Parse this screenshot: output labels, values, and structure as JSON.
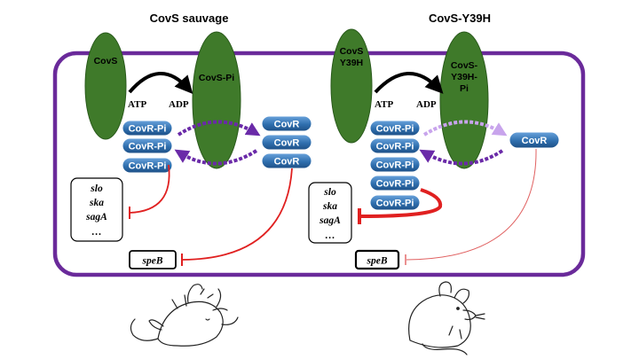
{
  "panels": {
    "left": {
      "title": "CovS sauvage",
      "kinase": "CovS",
      "kinase_p": "CovS-Pi",
      "atp": "ATP",
      "adp": "ADP",
      "covr_pi": [
        "CovR-Pi",
        "CovR-Pi",
        "CovR-Pi"
      ],
      "covr": [
        "CovR",
        "CovR",
        "CovR"
      ],
      "genes": [
        "slo",
        "ska",
        "sagA",
        "…"
      ],
      "speb": "speB"
    },
    "right": {
      "title": "CovS-Y39H",
      "kinase": [
        "CovS",
        "Y39H"
      ],
      "kinase_p": [
        "CovS-",
        "Y39H-",
        "Pi"
      ],
      "atp": "ATP",
      "adp": "ADP",
      "covr_pi": [
        "CovR-Pi",
        "CovR-Pi",
        "CovR-Pi",
        "CovR-Pi",
        "CovR-Pi"
      ],
      "covr": [
        "CovR"
      ],
      "genes": [
        "slo",
        "ska",
        "sagA",
        "…"
      ],
      "speb": "speB"
    }
  },
  "colors": {
    "membrane": "#6a2a9a",
    "kinase_green": "#3f7a2a",
    "pill_blue": "#2f6fae",
    "repression_red": "#e02020",
    "cycle_purple": "#6a2aa8",
    "cycle_light": "#c8a4ec"
  }
}
